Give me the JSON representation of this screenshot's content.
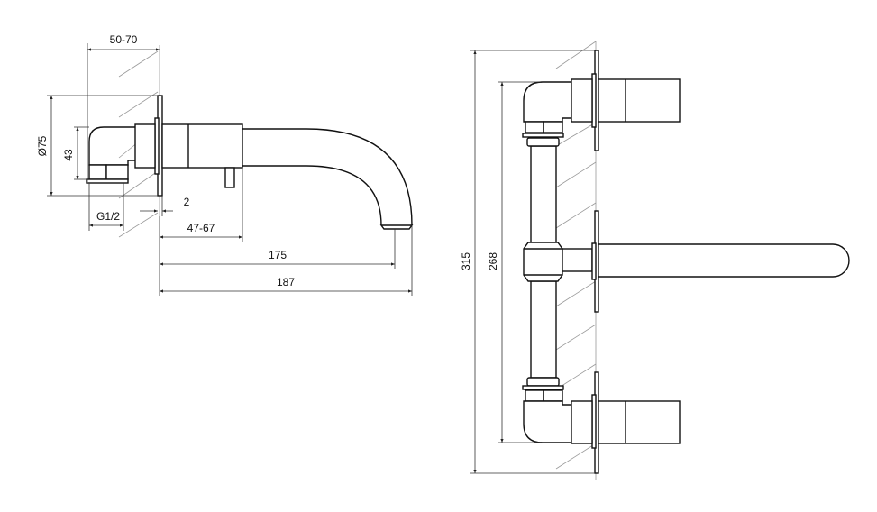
{
  "side_view": {
    "dim_wall_depth": "50-70",
    "dim_flange_diameter": "Ø75",
    "dim_elbow_height": "43",
    "dim_connection": "G1/2",
    "dim_flange_thickness": "2",
    "dim_body_length": "47-67",
    "dim_spout_reach": "175",
    "dim_total_projection": "187"
  },
  "front_view": {
    "dim_total_height": "315",
    "dim_handle_spacing": "268"
  }
}
